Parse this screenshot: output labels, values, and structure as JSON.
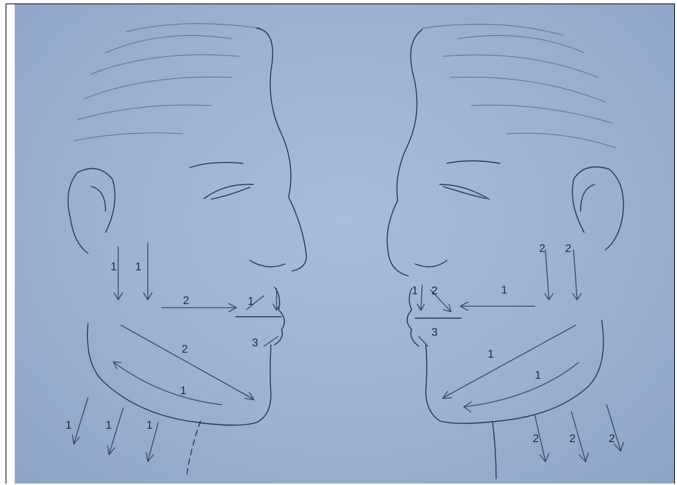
{
  "left_face": {
    "labels": [
      "1",
      "1",
      "2",
      "1",
      "2",
      "3",
      "1",
      "1",
      "1",
      "1"
    ]
  },
  "right_face": {
    "labels": [
      "2",
      "2",
      "1",
      "1",
      "2",
      "3",
      "1",
      "1",
      "2",
      "2",
      "2"
    ]
  },
  "colors": {
    "paper": "#9cb0d0",
    "ink": "#2a3550"
  }
}
